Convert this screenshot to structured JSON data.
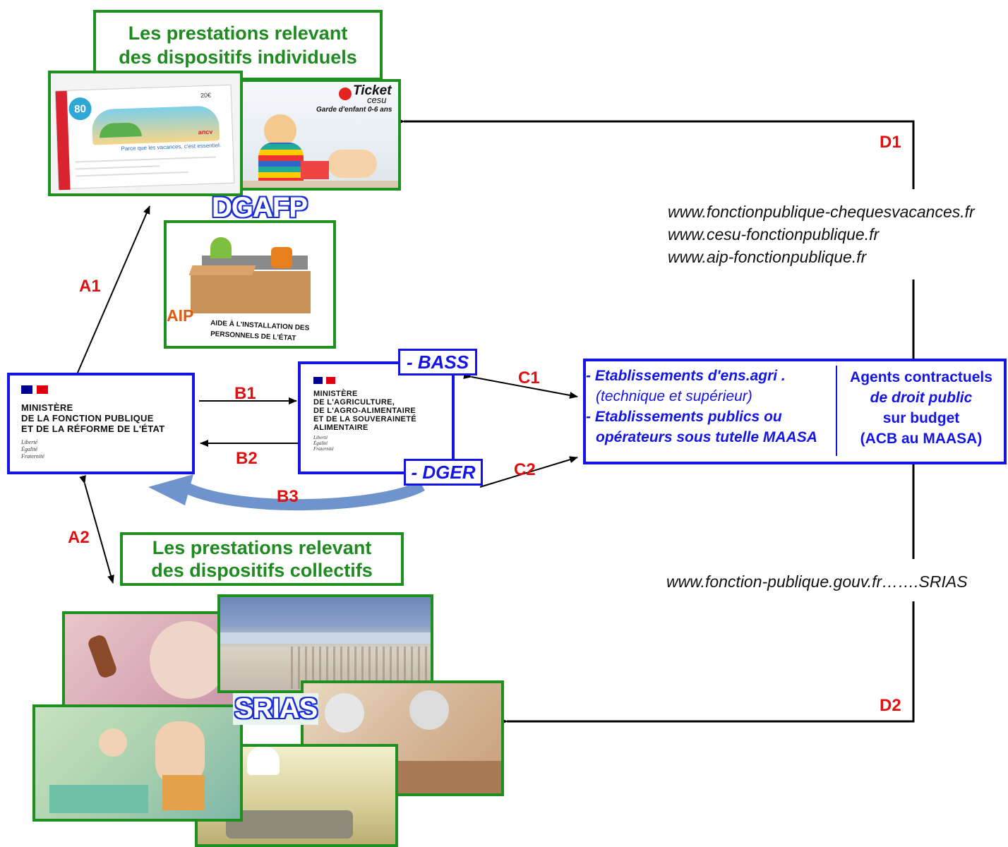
{
  "individual": {
    "title_line1": "Les prestations relevant",
    "title_line2": "des dispositifs individuels",
    "cheque_caption": "Parce que les vacances, c'est essentiel.",
    "cheque_brand": "ancv",
    "cheque_badge": "80",
    "cheque_value": "20€",
    "ticket_brand": "Ticket",
    "ticket_sub": "cesu",
    "ticket_caption": "Garde d'enfant 0-6 ans",
    "dgafp": "DGAFP",
    "aip_abbr": "AIP",
    "aip_line1": "AIDE À L'INSTALLATION DES",
    "aip_line2": "PERSONNELS DE L'ÉTAT"
  },
  "collective": {
    "title_line1": "Les prestations relevant",
    "title_line2": "des dispositifs collectifs",
    "srias": "SRIAS"
  },
  "mfp": {
    "line1": "MINISTÈRE",
    "line2": "DE LA FONCTION PUBLIQUE",
    "line3": "ET DE LA RÉFORME DE L'ÉTAT",
    "devise1": "Liberté",
    "devise2": "Égalité",
    "devise3": "Fraternité"
  },
  "maasa": {
    "line1": "MINISTÈRE",
    "line2": "DE L'AGRICULTURE,",
    "line3": "DE L'AGRO-ALIMENTAIRE",
    "line4": "ET DE LA SOUVERAINETÉ",
    "line5": "ALIMENTAIRE",
    "devise1": "Liberté",
    "devise2": "Égalité",
    "devise3": "Fraternité",
    "tag_bass": "- BASS",
    "tag_dger": "- DGER"
  },
  "establishments": {
    "item1": "- Etablissements d'ens.agri .",
    "item1_sub": "(technique et supérieur)",
    "item2a": "- Etablissements publics ou",
    "item2b": "opérateurs sous tutelle MAASA",
    "agents_line1": "Agents contractuels",
    "agents_line2": "de droit public",
    "agents_line3": "sur budget",
    "agents_line4": "(ACB au MAASA)"
  },
  "labels": {
    "a1": "A1",
    "a2": "A2",
    "b1": "B1",
    "b2": "B2",
    "b3": "B3",
    "c1": "C1",
    "c2": "C2",
    "d1": "D1",
    "d2": "D2"
  },
  "urls": {
    "url1": "www.fonctionpublique-chequesvacances.fr",
    "url2": "www.cesu-fonctionpublique.fr",
    "url3": "www.aip-fonctionpublique.fr",
    "url4": "www.fonction-publique.gouv.fr…….SRIAS"
  },
  "colors": {
    "green": "#1f8f1f",
    "blue": "#1414e6",
    "red": "#e01010",
    "flag_blue": "#000091",
    "flag_red": "#e1000f"
  }
}
